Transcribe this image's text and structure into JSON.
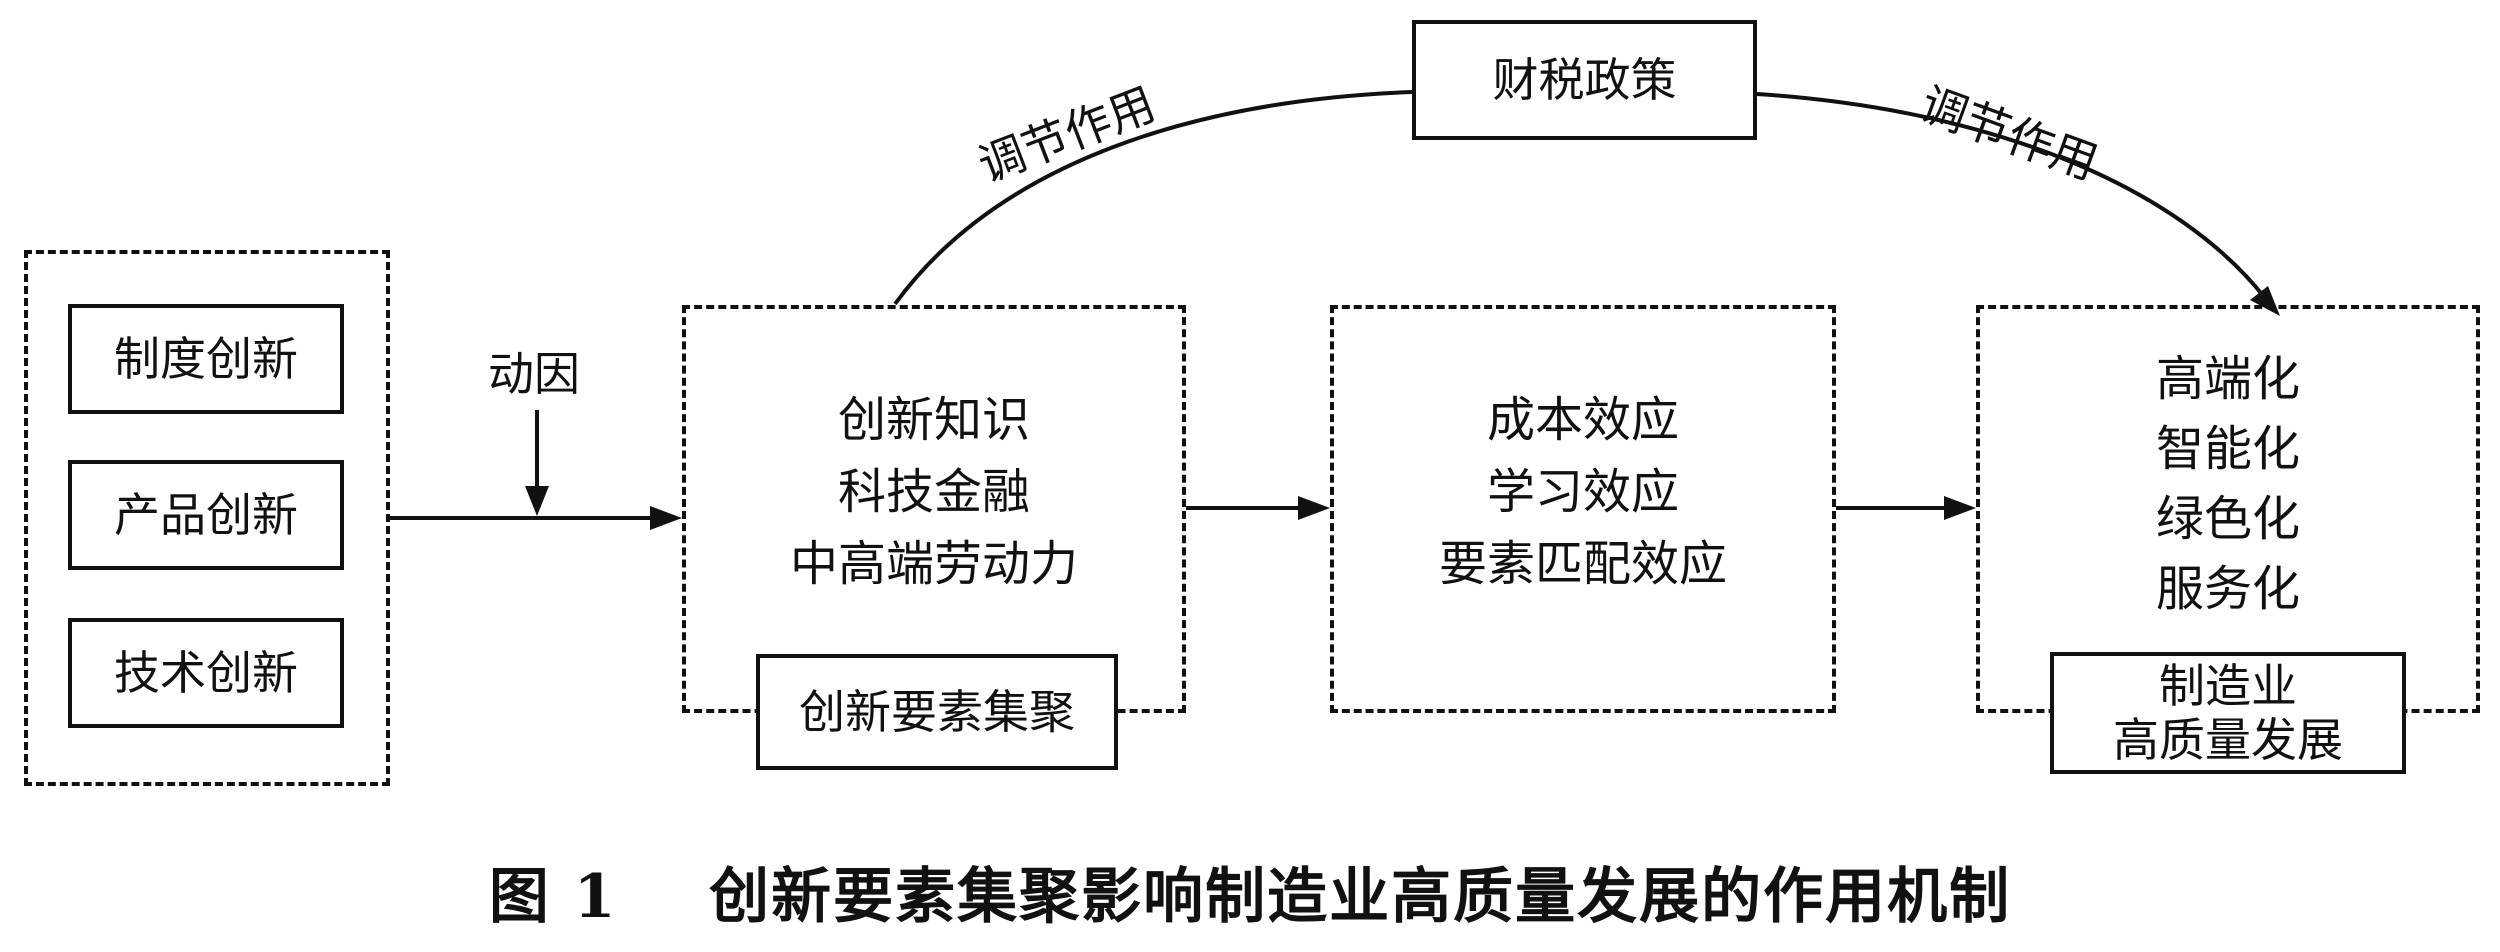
{
  "left_group": {
    "items": [
      "制度创新",
      "产品创新",
      "技术创新"
    ]
  },
  "driver_label": "动因",
  "cluster_box": {
    "lines": [
      "创新知识",
      "科技金融",
      "中高端劳动力"
    ],
    "tag": "创新要素集聚"
  },
  "effects_box": {
    "lines": [
      "成本效应",
      "学习效应",
      "要素匹配效应"
    ]
  },
  "outcome_box": {
    "lines": [
      "高端化",
      "智能化",
      "绿色化",
      "服务化"
    ],
    "tag_lines": [
      "制造业",
      "高质量发展"
    ]
  },
  "policy_box": {
    "label": "财税政策"
  },
  "moderation_label_left": "调节作用",
  "moderation_label_right": "调节作用",
  "caption": {
    "number": "图 1",
    "title": "创新要素集聚影响制造业高质量发展的作用机制"
  }
}
